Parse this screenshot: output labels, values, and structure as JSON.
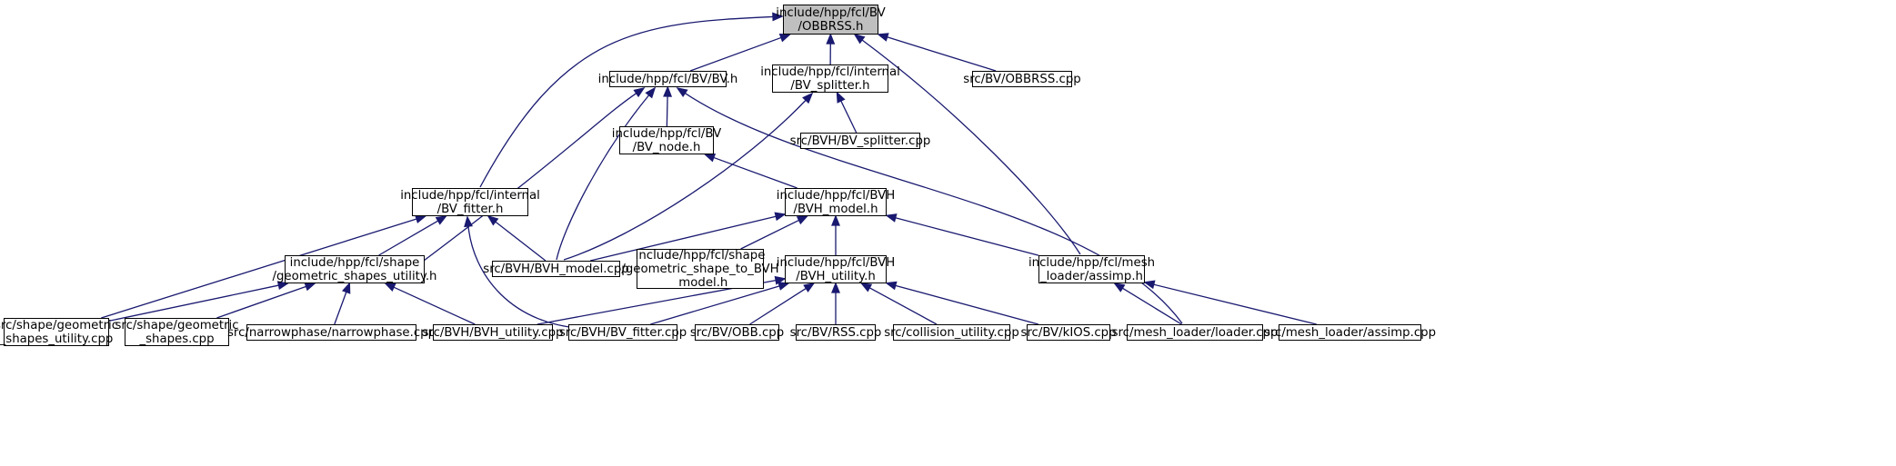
{
  "colors": {
    "edge": "#191970",
    "root_fill": "#bfbfbf",
    "node_border": "#000000"
  },
  "nodes": [
    {
      "id": "obbrss_h",
      "label": "include/hpp/fcl/BV\n/OBBRSS.h",
      "root": true
    },
    {
      "id": "bv_h",
      "label": "include/hpp/fcl/BV/BV.h"
    },
    {
      "id": "bv_splitter_h",
      "label": "include/hpp/fcl/internal\n/BV_splitter.h"
    },
    {
      "id": "obbrss_cpp",
      "label": "src/BV/OBBRSS.cpp"
    },
    {
      "id": "bv_node_h",
      "label": "include/hpp/fcl/BV\n/BV_node.h"
    },
    {
      "id": "bv_splitter_cpp",
      "label": "src/BVH/BV_splitter.cpp"
    },
    {
      "id": "bv_fitter_h",
      "label": "include/hpp/fcl/internal\n/BV_fitter.h"
    },
    {
      "id": "bvh_model_h",
      "label": "include/hpp/fcl/BVH\n/BVH_model.h"
    },
    {
      "id": "geom_utility_h",
      "label": "include/hpp/fcl/shape\n/geometric_shapes_utility.h"
    },
    {
      "id": "bvh_model_cpp",
      "label": "src/BVH/BVH_model.cpp"
    },
    {
      "id": "geom_to_bvh_h",
      "label": "include/hpp/fcl/shape\n/geometric_shape_to_BVH\n_model.h"
    },
    {
      "id": "bvh_utility_h",
      "label": "include/hpp/fcl/BVH\n/BVH_utility.h"
    },
    {
      "id": "assimp_h",
      "label": "include/hpp/fcl/mesh\n_loader/assimp.h"
    },
    {
      "id": "geom_utility_cpp",
      "label": "src/shape/geometric\n_shapes_utility.cpp"
    },
    {
      "id": "geom_shapes_cpp",
      "label": "src/shape/geometric\n_shapes.cpp"
    },
    {
      "id": "narrowphase_cpp",
      "label": "src/narrowphase/narrowphase.cpp"
    },
    {
      "id": "bvh_utility_cpp",
      "label": "src/BVH/BVH_utility.cpp"
    },
    {
      "id": "bv_fitter_cpp",
      "label": "src/BVH/BV_fitter.cpp"
    },
    {
      "id": "obb_cpp",
      "label": "src/BV/OBB.cpp"
    },
    {
      "id": "rss_cpp",
      "label": "src/BV/RSS.cpp"
    },
    {
      "id": "collision_utility_cpp",
      "label": "src/collision_utility.cpp"
    },
    {
      "id": "kios_cpp",
      "label": "src/BV/kIOS.cpp"
    },
    {
      "id": "loader_cpp",
      "label": "src/mesh_loader/loader.cpp"
    },
    {
      "id": "assimp_cpp",
      "label": "src/mesh_loader/assimp.cpp"
    }
  ],
  "edges": [
    {
      "parent": "obbrss_h",
      "child": "bv_h"
    },
    {
      "parent": "obbrss_h",
      "child": "bv_splitter_h"
    },
    {
      "parent": "obbrss_h",
      "child": "obbrss_cpp"
    },
    {
      "parent": "obbrss_h",
      "child": "bv_fitter_h"
    },
    {
      "parent": "obbrss_h",
      "child": "assimp_h"
    },
    {
      "parent": "bv_h",
      "child": "bv_node_h"
    },
    {
      "parent": "bv_h",
      "child": "bvh_model_cpp"
    },
    {
      "parent": "bv_h",
      "child": "geom_utility_h"
    },
    {
      "parent": "bv_h",
      "child": "loader_cpp"
    },
    {
      "parent": "bv_splitter_h",
      "child": "bv_splitter_cpp"
    },
    {
      "parent": "bv_splitter_h",
      "child": "bvh_model_cpp"
    },
    {
      "parent": "bv_node_h",
      "child": "bvh_model_h"
    },
    {
      "parent": "bv_fitter_h",
      "child": "geom_utility_h"
    },
    {
      "parent": "bv_fitter_h",
      "child": "bvh_model_cpp"
    },
    {
      "parent": "bv_fitter_h",
      "child": "geom_utility_cpp"
    },
    {
      "parent": "bv_fitter_h",
      "child": "bv_fitter_cpp"
    },
    {
      "parent": "bvh_model_h",
      "child": "bvh_model_cpp"
    },
    {
      "parent": "bvh_model_h",
      "child": "geom_to_bvh_h"
    },
    {
      "parent": "bvh_model_h",
      "child": "bvh_utility_h"
    },
    {
      "parent": "bvh_model_h",
      "child": "assimp_h"
    },
    {
      "parent": "geom_utility_h",
      "child": "geom_utility_cpp"
    },
    {
      "parent": "geom_utility_h",
      "child": "geom_shapes_cpp"
    },
    {
      "parent": "geom_utility_h",
      "child": "narrowphase_cpp"
    },
    {
      "parent": "geom_utility_h",
      "child": "bvh_utility_cpp"
    },
    {
      "parent": "bvh_utility_h",
      "child": "bvh_utility_cpp"
    },
    {
      "parent": "bvh_utility_h",
      "child": "bv_fitter_cpp"
    },
    {
      "parent": "bvh_utility_h",
      "child": "obb_cpp"
    },
    {
      "parent": "bvh_utility_h",
      "child": "rss_cpp"
    },
    {
      "parent": "bvh_utility_h",
      "child": "collision_utility_cpp"
    },
    {
      "parent": "bvh_utility_h",
      "child": "kios_cpp"
    },
    {
      "parent": "assimp_h",
      "child": "loader_cpp"
    },
    {
      "parent": "assimp_h",
      "child": "assimp_cpp"
    }
  ]
}
